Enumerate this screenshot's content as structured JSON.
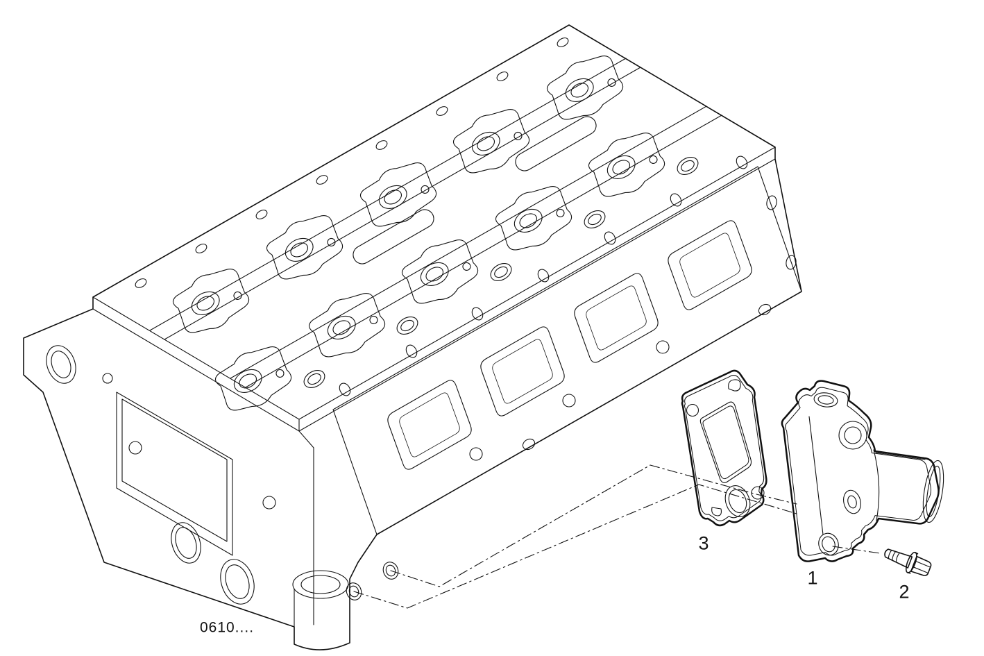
{
  "figure": {
    "type": "exploded-parts-diagram",
    "background_color": "#ffffff",
    "line_color": "#111111",
    "main_component": "cylinder-head",
    "code_label": "0610....",
    "callouts": [
      {
        "ref": "1",
        "target": "thermostat-housing"
      },
      {
        "ref": "2",
        "target": "flange-bolt"
      },
      {
        "ref": "3",
        "target": "gasket"
      }
    ]
  }
}
